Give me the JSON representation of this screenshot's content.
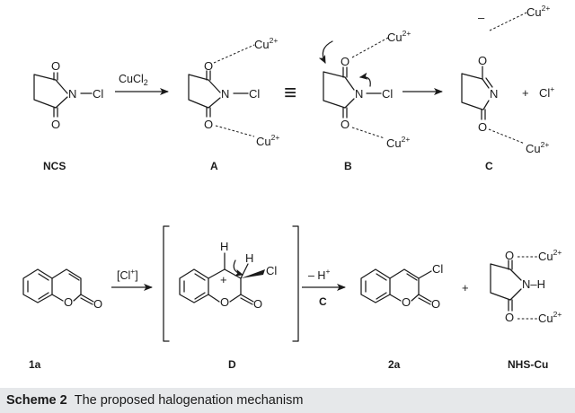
{
  "scheme": {
    "caption_label": "Scheme 2",
    "caption_text": "The proposed halogenation mechanism"
  },
  "compounds": {
    "ncs": "NCS",
    "a": "A",
    "b": "B",
    "c": "C",
    "d": "D",
    "coumarin": "1a",
    "product": "2a",
    "nhs_cu": "NHS-Cu"
  },
  "reagents": {
    "cucl2": "CuCl",
    "cucl2_sub": "2",
    "cl_plus": "[Cl",
    "cl_plus_sup": "+",
    "cl_plus_close": "]",
    "minus_h": "– H",
    "minus_h_sup": "+",
    "c_ref": "C"
  },
  "atoms": {
    "O": "O",
    "N": "N",
    "Cl": "Cl",
    "H": "H",
    "NH": "N–H",
    "minus": "–",
    "plus": "+",
    "cl_ion": "Cl",
    "cl_ion_sup": "+",
    "cu": "Cu",
    "cu_charge": "2+"
  },
  "symbols": {
    "equivalent": "≡"
  }
}
